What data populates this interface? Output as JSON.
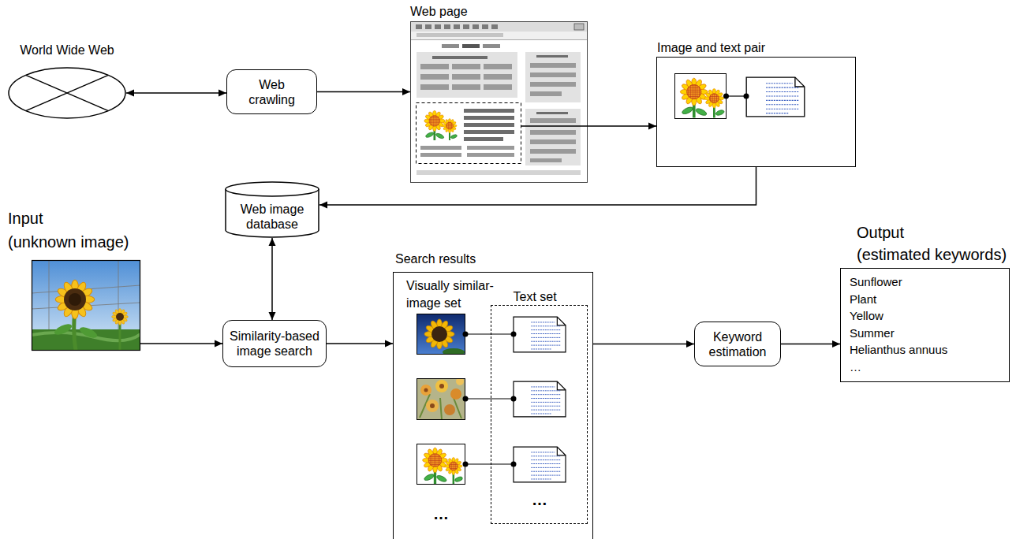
{
  "diagram": {
    "nodes": [
      {
        "text": [
          "World Wide Web"
        ]
      },
      {
        "text": [
          "Web crawling"
        ]
      },
      {
        "text": [
          "Web page"
        ]
      },
      {
        "text": [
          "Image and text pair"
        ]
      },
      {
        "text": [
          "Web image database"
        ]
      },
      {
        "text": [
          "Input",
          "(unknown image)"
        ]
      },
      {
        "text": [
          "Similarity-based image search"
        ]
      },
      {
        "text": [
          "Search results",
          "Visually similar-image set"
        ]
      },
      {
        "text": [
          "Text set"
        ],
        "in": 7
      },
      {
        "text": [
          "Keyword estimation"
        ]
      },
      {
        "text": [
          "Output",
          "(estimated keywords)",
          "Sunflower",
          "Plant",
          "Yellow",
          "Summer",
          "Helianthus annuus",
          "…"
        ]
      }
    ],
    "edges": [
      {
        "from": 0,
        "to": 1,
        "arrow": "both"
      },
      {
        "from": 1,
        "to": 2,
        "arrow": "to"
      },
      {
        "from": 2,
        "to": 3,
        "arrow": "to"
      },
      {
        "from": 3,
        "to": 4,
        "arrow": "to"
      },
      {
        "from": 4,
        "to": 6,
        "arrow": "both"
      },
      {
        "from": 5,
        "to": 6,
        "arrow": "to"
      },
      {
        "from": 6,
        "to": 7,
        "arrow": "to"
      },
      {
        "from": 7,
        "to": 9,
        "arrow": "to"
      },
      {
        "from": 9,
        "to": 10,
        "arrow": "to"
      }
    ],
    "labels": [
      "…",
      "…"
    ]
  }
}
